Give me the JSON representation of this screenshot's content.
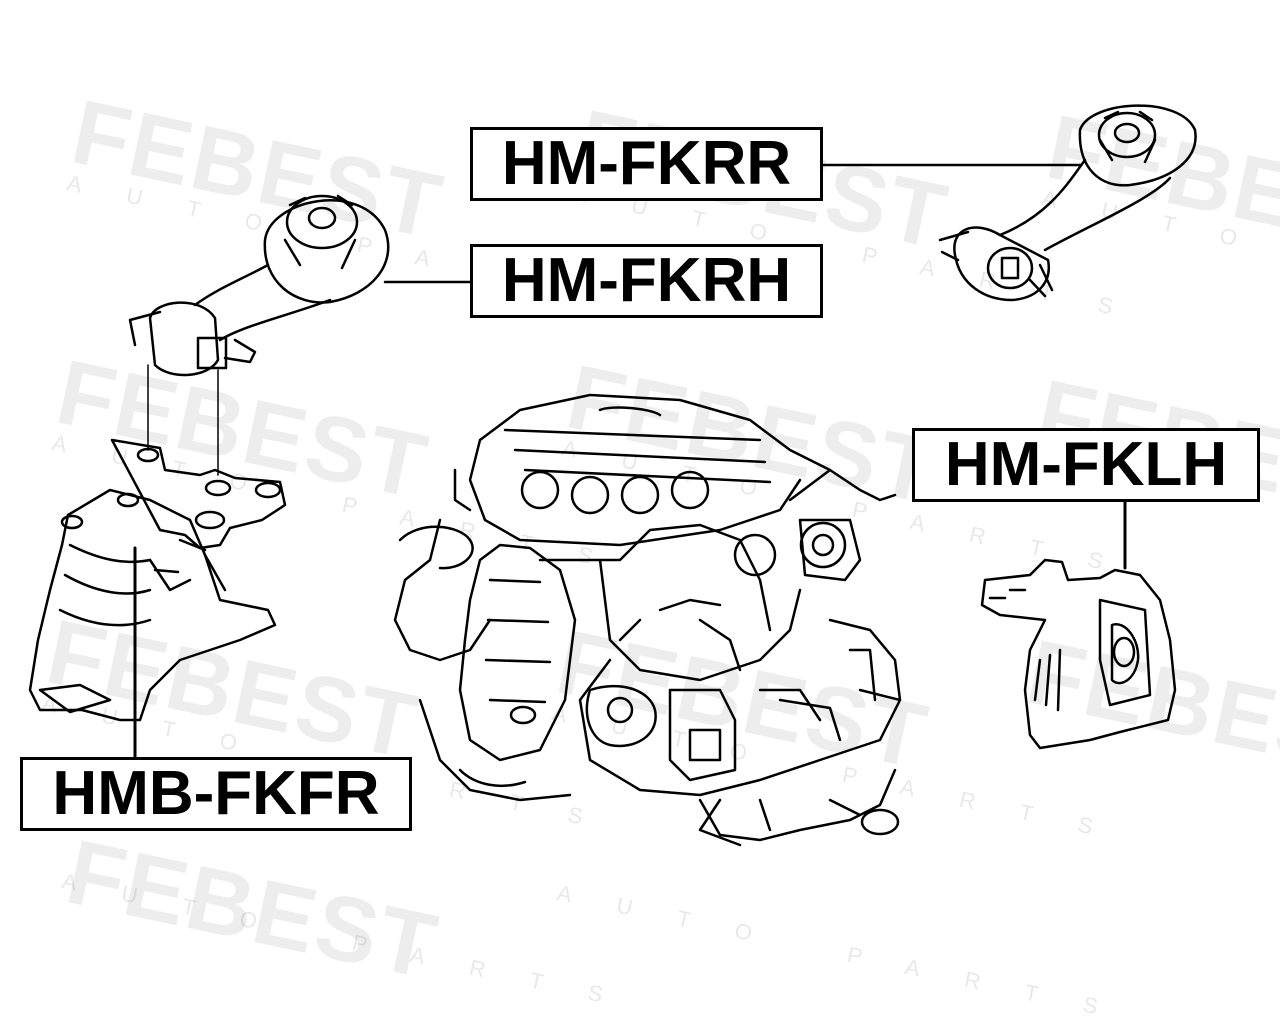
{
  "watermark": {
    "brand": "FEBEST",
    "sub": "AUTO PARTS"
  },
  "labels": {
    "hm_fkrr": "HM-FKRR",
    "hm_fkrh": "HM-FKRH",
    "hm_fklh": "HM-FKLH",
    "hmb_fkfr": "HMB-FKFR"
  }
}
